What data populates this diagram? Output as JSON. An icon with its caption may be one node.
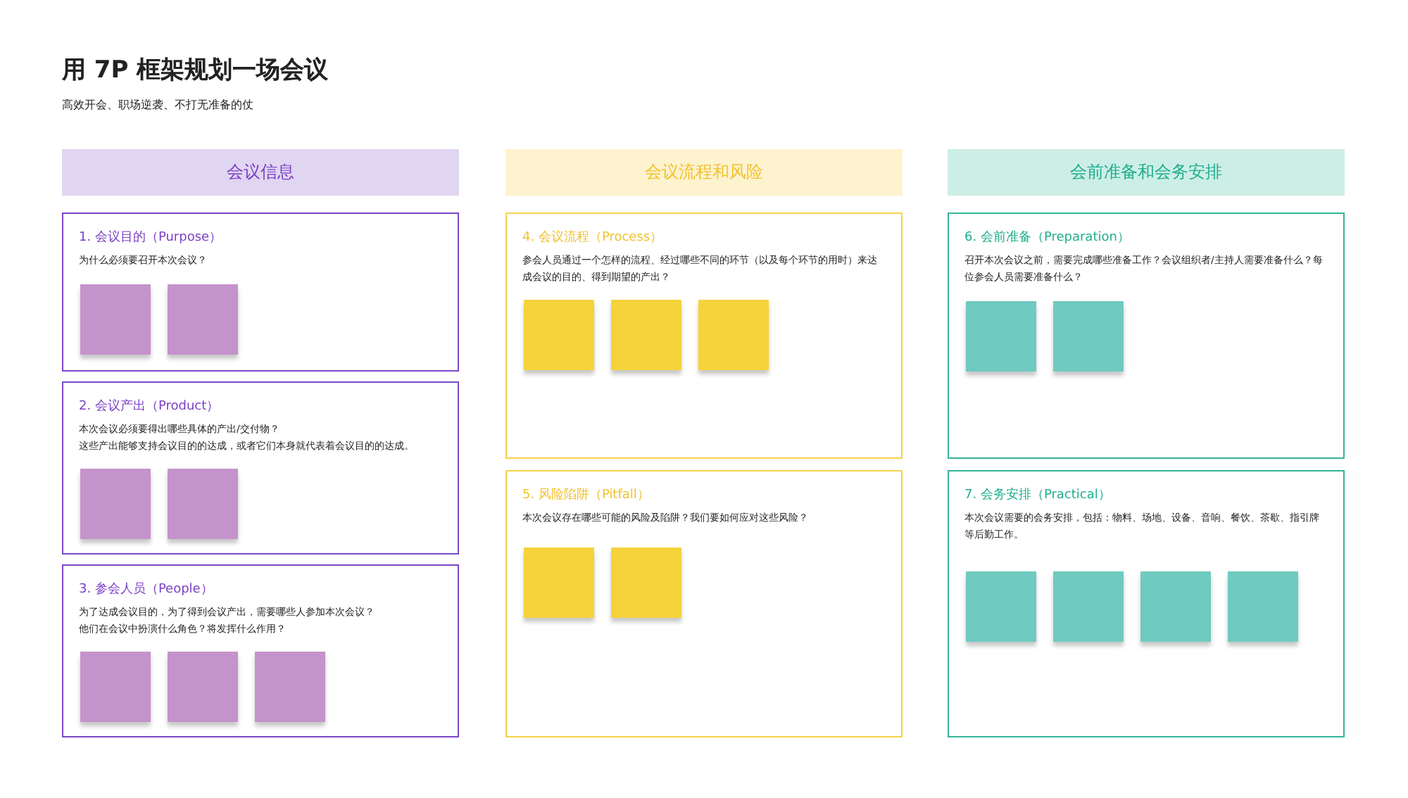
{
  "diagram": {
    "title": "用 7P 框架规划一场会议",
    "labels": [
      "高效开会、职场逆袭、不打无准备的仗"
    ],
    "nodes": [
      {
        "text": [
          "会议信息"
        ]
      },
      {
        "text": [
          "1. 会议目的（Purpose）",
          "为什么必须要召开本次会议？"
        ]
      },
      {
        "text": [],
        "shape": "box",
        "in": 1
      },
      {
        "text": [],
        "shape": "box",
        "in": 1
      },
      {
        "text": [
          "2. 会议产出（Product）",
          "本次会议必须要得出哪些具体的产出/交付物？",
          "这些产出能够支持会议目的的达成，或者它们本身就代表着会议目的的达成。"
        ]
      },
      {
        "text": [],
        "shape": "box",
        "in": 4
      },
      {
        "text": [],
        "shape": "box",
        "in": 4
      },
      {
        "text": [
          "3. 参会人员（People）",
          "为了达成会议目的，为了得到会议产出，需要哪些人参加本次会议？",
          "他们在会议中扮演什么角色？将发挥什么作用？"
        ]
      },
      {
        "text": [],
        "shape": "box",
        "in": 7
      },
      {
        "text": [],
        "shape": "box",
        "in": 7
      },
      {
        "text": [],
        "shape": "box",
        "in": 7
      },
      {
        "text": [
          "会议流程和风险"
        ]
      },
      {
        "text": [
          "4. 会议流程（Process）",
          "参会人员通过一个怎样的流程、经过哪些不同的环节（以及每个环节的用时）来达成会议的目的、得到期望的产出？"
        ]
      },
      {
        "text": [],
        "shape": "box",
        "in": 12
      },
      {
        "text": [],
        "shape": "box",
        "in": 12
      },
      {
        "text": [],
        "shape": "box",
        "in": 12
      },
      {
        "text": [
          "5. 风险陷阱（Pitfall）",
          "本次会议存在哪些可能的风险及陷阱？我们要如何应对这些风险？"
        ]
      },
      {
        "text": [],
        "shape": "box",
        "in": 16
      },
      {
        "text": [],
        "shape": "box",
        "in": 16
      },
      {
        "text": [
          "会前准备和会务安排"
        ]
      },
      {
        "text": [
          "6. 会前准备（Preparation）",
          "召开本次会议之前，需要完成哪些准备工作？会议组织者/主持人需要准备什么？每位参会人员需要准备什么？"
        ]
      },
      {
        "text": [],
        "shape": "box",
        "in": 20
      },
      {
        "text": [],
        "shape": "box",
        "in": 20
      },
      {
        "text": [
          "7. 会务安排（Practical）",
          "本次会议需要的会务安排，包括：物料、场地、设备、音响、餐饮、茶歇、指引牌等后勤工作。"
        ]
      },
      {
        "text": [],
        "shape": "box",
        "in": 23
      },
      {
        "text": [],
        "shape": "box",
        "in": 23
      },
      {
        "text": [],
        "shape": "box",
        "in": 23
      },
      {
        "text": [],
        "shape": "box",
        "in": 23
      }
    ]
  }
}
